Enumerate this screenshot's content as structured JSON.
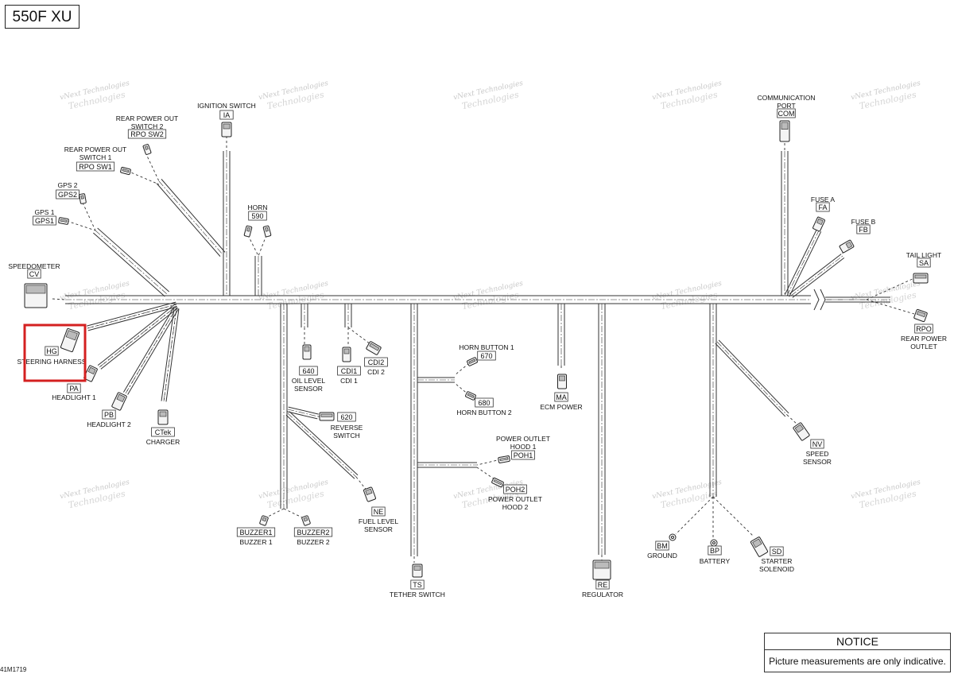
{
  "title": "550F XU",
  "figure_number": "41M1719",
  "notice": {
    "title": "NOTICE",
    "text": "Picture measurements are only indicative."
  },
  "watermark": {
    "line1": "vNext",
    "line2": "Technologies"
  },
  "highlight_color": "#d42020",
  "connectors": {
    "ia": {
      "name": "IGNITION SWITCH",
      "code": "IA"
    },
    "rpo_sw2": {
      "name_line1": "REAR POWER OUT",
      "name_line2": "SWITCH 2",
      "code": "RPO SW2"
    },
    "rpo_sw1": {
      "name_line1": "REAR POWER OUT",
      "name_line2": "SWITCH 1",
      "code": "RPO SW1"
    },
    "gps2": {
      "name": "GPS 2",
      "code": "GPS2"
    },
    "gps1": {
      "name": "GPS 1",
      "code": "GPS1"
    },
    "horn": {
      "name": "HORN",
      "code": "590"
    },
    "cv": {
      "name": "SPEEDOMETER",
      "code": "CV"
    },
    "hg": {
      "name": "STEERING HARNESS",
      "code": "HG"
    },
    "pa": {
      "name": "HEADLIGHT 1",
      "code": "PA"
    },
    "pb": {
      "name": "HEADLIGHT 2",
      "code": "PB"
    },
    "ctek": {
      "name": "CHARGER",
      "code": "CTek"
    },
    "oil": {
      "name_line1": "OIL LEVEL",
      "name_line2": "SENSOR",
      "code": "640"
    },
    "cdi1": {
      "name": "CDI 1",
      "code": "CDI1"
    },
    "cdi2": {
      "name": "CDI 2",
      "code": "CDI2"
    },
    "reverse": {
      "name_line1": "REVERSE",
      "name_line2": "SWITCH",
      "code": "620"
    },
    "buzzer1": {
      "name": "BUZZER 1",
      "code": "BUZZER1"
    },
    "buzzer2": {
      "name": "BUZZER 2",
      "code": "BUZZER2"
    },
    "fuel": {
      "name_line1": "FUEL LEVEL",
      "name_line2": "SENSOR",
      "code": "NE"
    },
    "horn_btn1": {
      "name": "HORN BUTTON 1",
      "code": "670"
    },
    "horn_btn2": {
      "name": "HORN BUTTON 2",
      "code": "680"
    },
    "poh1": {
      "name_line1": "POWER OUTLET",
      "name_line2": "HOOD 1",
      "code": "POH1"
    },
    "poh2": {
      "name_line1": "POWER OUTLET",
      "name_line2": "HOOD 2",
      "code": "POH2"
    },
    "tether": {
      "name": "TETHER SWITCH",
      "code": "TS"
    },
    "ecm": {
      "name": "ECM POWER",
      "code": "MA"
    },
    "regulator": {
      "name": "REGULATOR",
      "code": "RE"
    },
    "ground": {
      "name": "GROUND",
      "code": "BM"
    },
    "battery": {
      "name": "BATTERY",
      "code": "BP"
    },
    "starter": {
      "name_line1": "STARTER",
      "name_line2": "SOLENOID",
      "code": "SD"
    },
    "speed": {
      "name_line1": "SPEED",
      "name_line2": "SENSOR",
      "code": "NV"
    },
    "com": {
      "name_line1": "COMMUNICATION",
      "name_line2": "PORT",
      "code": "COM"
    },
    "fuse_a": {
      "name": "FUSE A",
      "code": "FA"
    },
    "fuse_b": {
      "name": "FUSE B",
      "code": "FB"
    },
    "tail": {
      "name": "TAIL LIGHT",
      "code": "SA"
    },
    "rpo": {
      "name_line1": "REAR POWER",
      "name_line2": "OUTLET",
      "code": "RPO"
    }
  }
}
